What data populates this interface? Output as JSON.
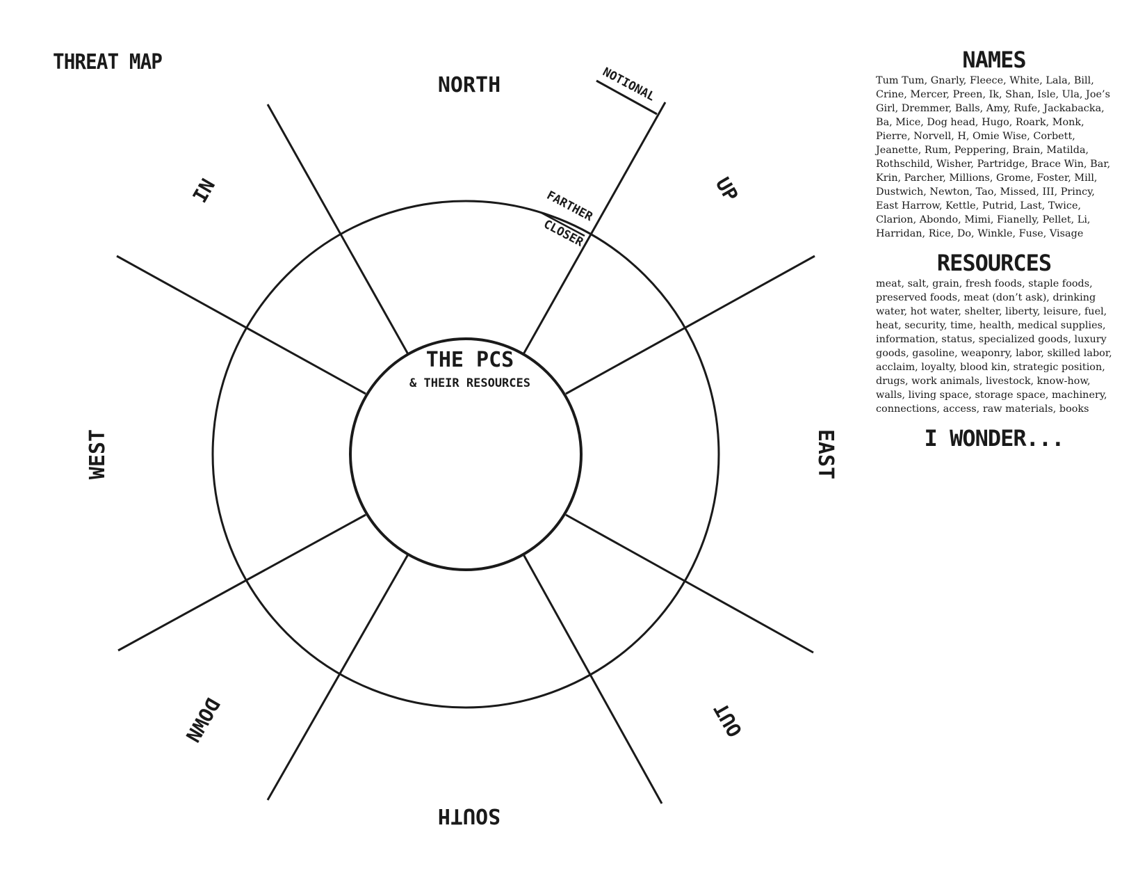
{
  "title": "THREAT MAP",
  "directions": {
    "north": "NORTH",
    "south": "SOUTH",
    "east": "EAST",
    "west": "WEST",
    "up": "UP",
    "down": "DOWN",
    "in": "IN",
    "out": "OUT"
  },
  "center": {
    "title": "THE PCS",
    "subtitle": "& THEIR RESOURCES"
  },
  "legend": {
    "notional": "NOTIONAL",
    "farther": "FARTHER",
    "closer": "CLOSER"
  },
  "names": {
    "heading": "NAMES",
    "text": "Tum Tum, Gnarly, Fleece, White, Lala, Bill, Crine, Mercer, Preen, Ik, Shan, Isle, Ula, Joe’s Girl, Dremmer, Balls, Amy, Rufe, Jackabacka, Ba, Mice, Dog head, Hugo, Roark, Monk, Pierre, Norvell, H, Omie Wise, Corbett, Jeanette, Rum, Peppering, Brain, Matilda, Rothschild, Wisher, Partridge, Brace Win, Bar, Krin, Parcher, Millions, Grome, Foster, Mill, Dustwich, Newton, Tao, Missed, III, Princy, East Harrow, Kettle, Putrid, Last, Twice, Clarion, Abondo, Mimi, Fianelly, Pellet, Li, Harridan, Rice, Do, Winkle, Fuse, Visage"
  },
  "resources": {
    "heading": "RESOURCES",
    "text": "meat, salt, grain, fresh foods, staple foods, preserved foods, meat (don’t ask), drinking water, hot water, shelter, liberty, leisure, fuel, heat, security, time, health, medical supplies, information, status, specialized goods, luxury goods, gasoline, weaponry, labor, skilled labor,  acclaim, loyalty, blood kin, strategic position, drugs, work animals, livestock, know-how, walls, living space, storage space, machinery, connections, access, raw materials, books"
  },
  "wonder": {
    "heading": "I WONDER..."
  }
}
